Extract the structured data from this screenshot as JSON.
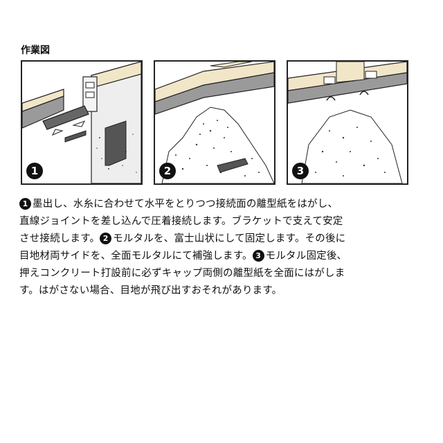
{
  "title": "作業図",
  "panels": [
    {
      "badge": "1"
    },
    {
      "badge": "2"
    },
    {
      "badge": "3"
    }
  ],
  "colors": {
    "rail": "#f2e6c9",
    "rail_shadow": "#d9cba6",
    "groove": "#8a8a8a",
    "bracket": "#555555",
    "mortar_dots": "#333333",
    "outline": "#222222"
  },
  "description": {
    "lines": [
      {
        "num": "1",
        "text": "墨出し、水糸に合わせて水平をとりつつ接続面の離型紙をはがし、"
      },
      {
        "text": "直線ジョイントを差し込んで圧着接続します。ブラケットで支えて安定"
      },
      {
        "text": "させ接続します。",
        "num": "2",
        "text2": "モルタルを、富士山状にして固定します。その後に"
      },
      {
        "text": "目地材両サイドを、全面モルタルにて補強します。",
        "num": "3",
        "text2": "モルタル固定後、"
      },
      {
        "text": "押えコンクリート打設前に必ずキャップ両側の離型紙を全面にはがしま"
      },
      {
        "text": "す。はがさない場合、目地が飛び出すおそれがあります。"
      }
    ]
  }
}
